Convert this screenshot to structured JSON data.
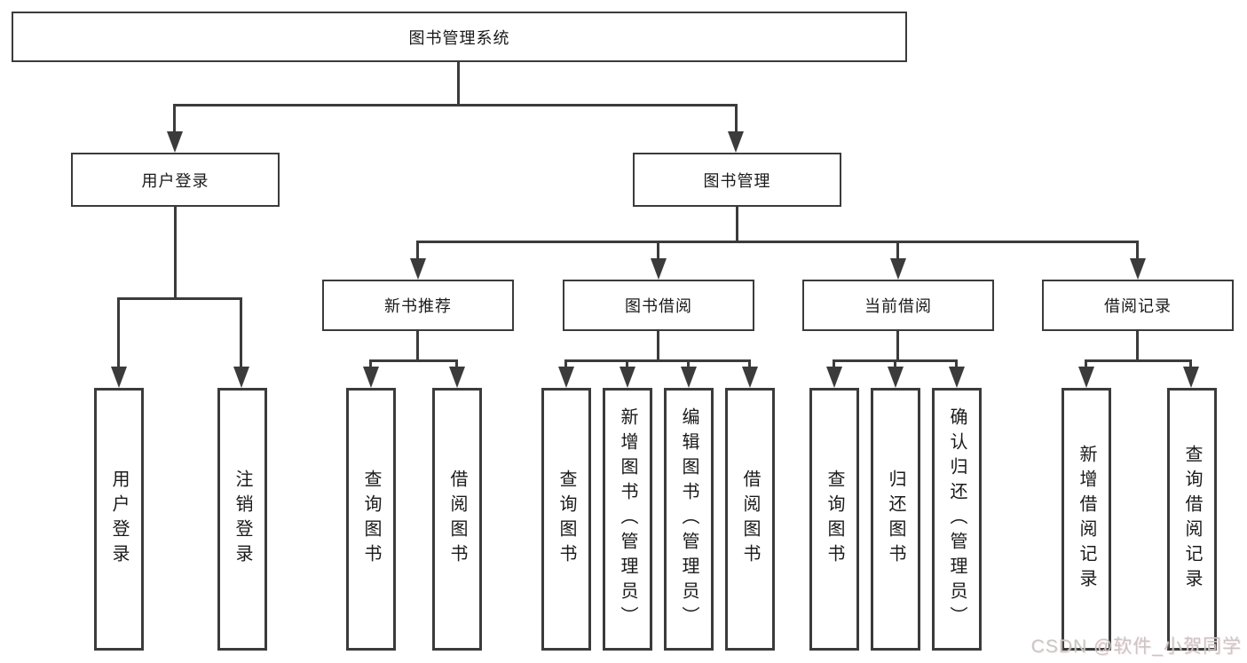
{
  "diagram": {
    "title_node": {
      "label": "图书管理系统"
    },
    "level2": [
      {
        "label": "用户登录"
      },
      {
        "label": "图书管理"
      }
    ],
    "level3": [
      {
        "label": "新书推荐"
      },
      {
        "label": "图书借阅"
      },
      {
        "label": "当前借阅"
      },
      {
        "label": "借阅记录"
      }
    ],
    "leaves": [
      {
        "label": "用户登录"
      },
      {
        "label": "注销登录"
      },
      {
        "label": "查询图书"
      },
      {
        "label": "借阅图书"
      },
      {
        "label": "查询图书"
      },
      {
        "label": "新增图书（管理员）"
      },
      {
        "label": "编辑图书（管理员）"
      },
      {
        "label": "借阅图书"
      },
      {
        "label": "查询图书"
      },
      {
        "label": "归还图书"
      },
      {
        "label": "确认归还（管理员）"
      },
      {
        "label": "新增借阅记录"
      },
      {
        "label": "查询借阅记录"
      }
    ],
    "colors": {
      "line": "#3b3b3b",
      "text": "#1a1a1a",
      "watermark": "#c7c7c7"
    },
    "watermark": "CSDN @软件_小贺同学"
  }
}
